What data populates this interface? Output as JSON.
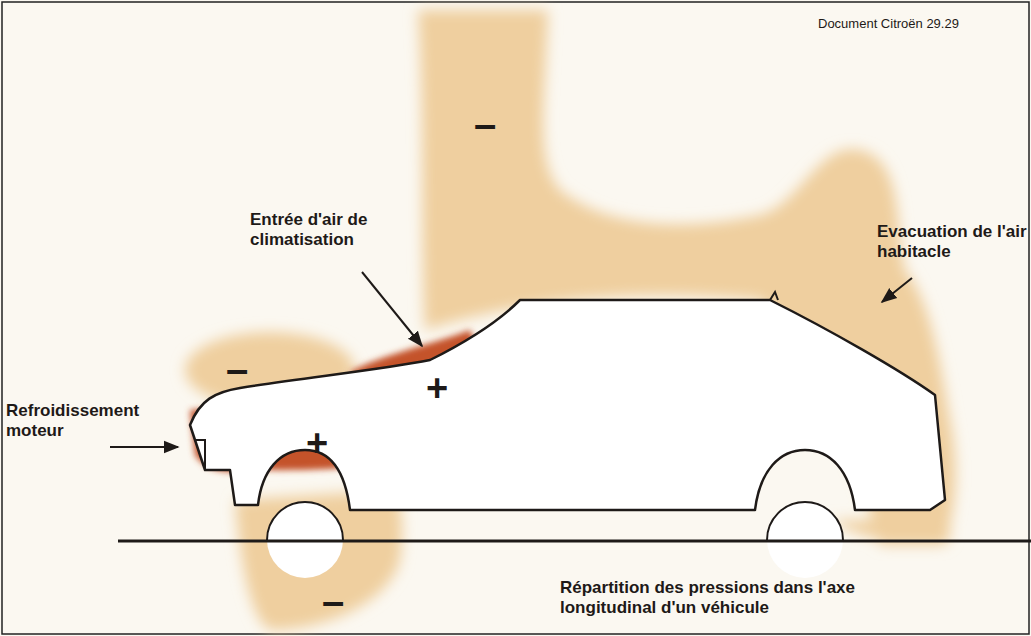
{
  "diagram": {
    "caption": "Répartition des pressions dans l'axe longitudinal d'un véhicule",
    "labels": [
      "Document Citroën 29.29",
      "–",
      "Entrée d'air de climatisation",
      "Evacuation de l'air habitacle",
      "–",
      "+",
      "Refroidissement moteur",
      "+",
      "–"
    ]
  }
}
